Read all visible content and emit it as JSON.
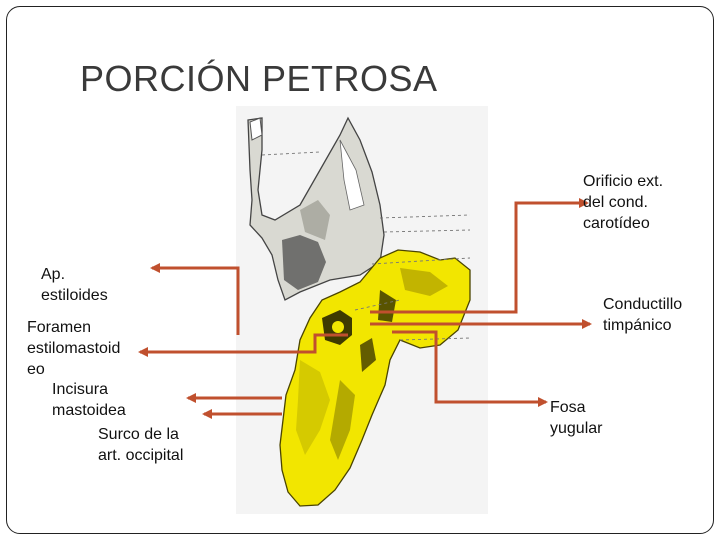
{
  "slide": {
    "title": "PORCIÓN PETROSA"
  },
  "labels": {
    "ap_estiloides": "Ap.\nestiloides",
    "foramen": "Foramen\nestilomastoid\neo",
    "incisura": "Incisura\nmastoidea",
    "surco": "Surco de la\nart. occipital",
    "orificio": "Orificio ext.\ndel cond.\ncarotídeo",
    "conductillo": "Conductillo\ntimpánico",
    "fosa": "Fosa\nyugular"
  },
  "colors": {
    "arrow": "#c0502e",
    "bone_yellow": "#f2e600",
    "bone_dark": "#3e3a00",
    "bone_grey": "#d9d9d2",
    "background_panel": "#f4f4f4"
  }
}
